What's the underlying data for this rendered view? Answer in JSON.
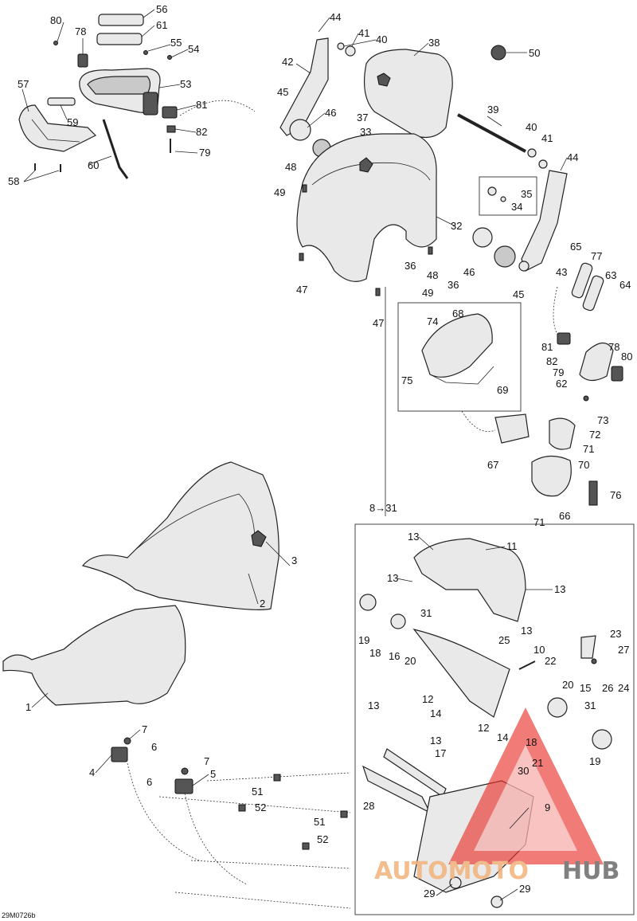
{
  "figure_code": "29M0726b",
  "watermark": {
    "part1": "AUTOMOTO",
    "part2": "HUB"
  },
  "callouts": {
    "c1": "1",
    "c2": "2",
    "c3": "3",
    "c4": "4",
    "c5": "5",
    "c6a": "6",
    "c6b": "6",
    "c7a": "7",
    "c7b": "7",
    "c8to31": "8→31",
    "c9": "9",
    "c10": "10",
    "c11": "11",
    "c12a": "12",
    "c12b": "12",
    "c13a": "13",
    "c13b": "13",
    "c13c": "13",
    "c13d": "13",
    "c13e": "13",
    "c13f": "13",
    "c14a": "14",
    "c14b": "14",
    "c15": "15",
    "c16": "16",
    "c17": "17",
    "c18a": "18",
    "c18b": "18",
    "c19a": "19",
    "c19b": "19",
    "c20a": "20",
    "c20b": "20",
    "c21": "21",
    "c22": "22",
    "c23": "23",
    "c24": "24",
    "c25": "25",
    "c26": "26",
    "c27": "27",
    "c28": "28",
    "c29a": "29",
    "c29b": "29",
    "c30": "30",
    "c31a": "31",
    "c31b": "31",
    "c32": "32",
    "c33": "33",
    "c34": "34",
    "c35": "35",
    "c36a": "36",
    "c36b": "36",
    "c37": "37",
    "c38": "38",
    "c39": "39",
    "c40a": "40",
    "c40b": "40",
    "c41a": "41",
    "c41b": "41",
    "c42": "42",
    "c43": "43",
    "c44a": "44",
    "c44b": "44",
    "c45a": "45",
    "c45b": "45",
    "c46a": "46",
    "c46b": "46",
    "c47a": "47",
    "c47b": "47",
    "c48a": "48",
    "c48b": "48",
    "c49a": "49",
    "c49b": "49",
    "c50": "50",
    "c51a": "51",
    "c51b": "51",
    "c52a": "52",
    "c52b": "52",
    "c53": "53",
    "c54": "54",
    "c55": "55",
    "c56": "56",
    "c57": "57",
    "c58": "58",
    "c59": "59",
    "c60": "60",
    "c61": "61",
    "c62": "62",
    "c63": "63",
    "c64": "64",
    "c65": "65",
    "c66": "66",
    "c67": "67",
    "c68": "68",
    "c69": "69",
    "c70": "70",
    "c71a": "71",
    "c71b": "71",
    "c72": "72",
    "c73": "73",
    "c74": "74",
    "c75": "75",
    "c76": "76",
    "c77": "77",
    "c78a": "78",
    "c78b": "78",
    "c79a": "79",
    "c79b": "79",
    "c80a": "80",
    "c80b": "80",
    "c81a": "81",
    "c81b": "81",
    "c82a": "82",
    "c82b": "82"
  },
  "colors": {
    "watermark_red": "#e8302a",
    "watermark_orange": "#f3b27a",
    "watermark_gray": "#6b6b6b",
    "line": "#222222"
  }
}
